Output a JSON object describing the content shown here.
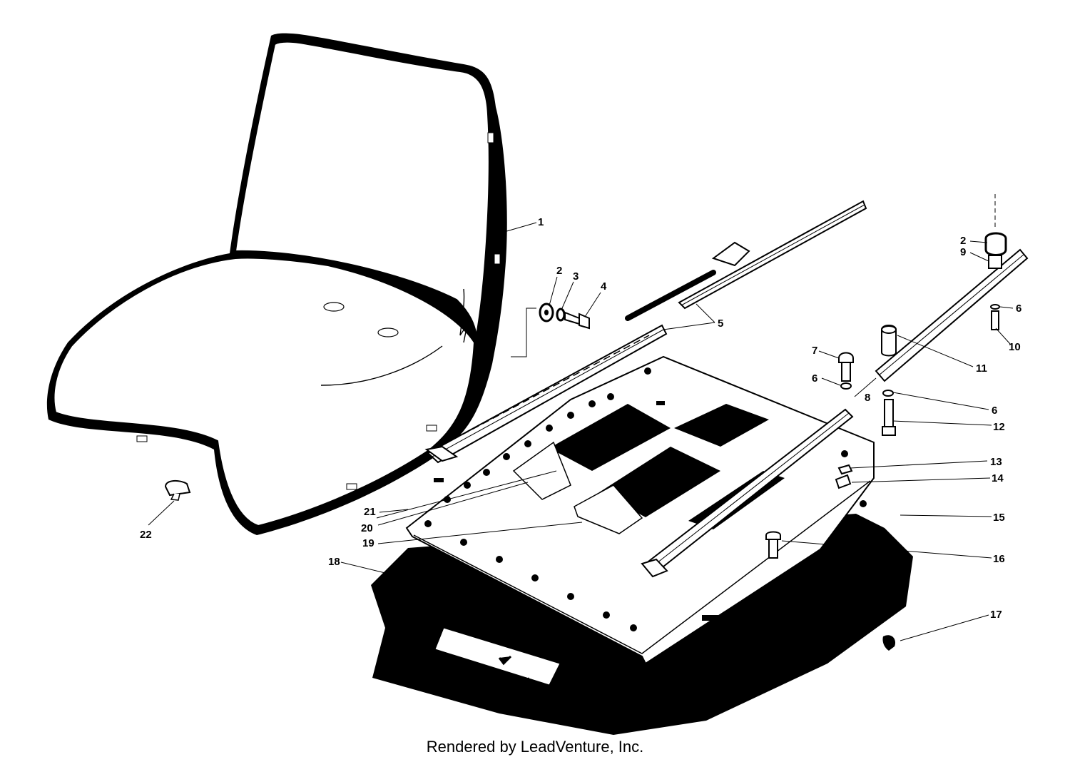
{
  "credit": "Rendered by LeadVenture, Inc.",
  "callouts": [
    {
      "id": "c1",
      "text": "1"
    },
    {
      "id": "c2a",
      "text": "2"
    },
    {
      "id": "c3",
      "text": "3"
    },
    {
      "id": "c4",
      "text": "4"
    },
    {
      "id": "c5",
      "text": "5"
    },
    {
      "id": "c2b",
      "text": "2"
    },
    {
      "id": "c9",
      "text": "9"
    },
    {
      "id": "c6a",
      "text": "6"
    },
    {
      "id": "c10",
      "text": "10"
    },
    {
      "id": "c7",
      "text": "7"
    },
    {
      "id": "c11",
      "text": "11"
    },
    {
      "id": "c6b",
      "text": "6"
    },
    {
      "id": "c8",
      "text": "8"
    },
    {
      "id": "c6c",
      "text": "6"
    },
    {
      "id": "c12",
      "text": "12"
    },
    {
      "id": "c13",
      "text": "13"
    },
    {
      "id": "c14",
      "text": "14"
    },
    {
      "id": "c15",
      "text": "15"
    },
    {
      "id": "c16",
      "text": "16"
    },
    {
      "id": "c17",
      "text": "17"
    },
    {
      "id": "c18",
      "text": "18"
    },
    {
      "id": "c19",
      "text": "19"
    },
    {
      "id": "c20",
      "text": "20"
    },
    {
      "id": "c21",
      "text": "21"
    },
    {
      "id": "c22",
      "text": "22"
    }
  ]
}
